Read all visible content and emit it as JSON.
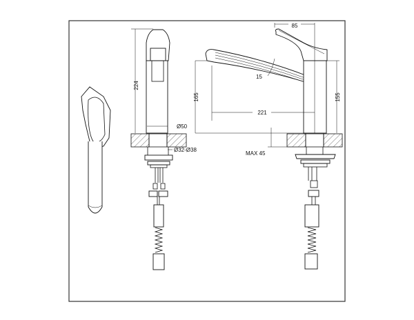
{
  "drawing": {
    "labels": {
      "height_total": "224",
      "base_diameter": "Ø50",
      "hole_diameter": "Ø32-Ø38",
      "handle_reach": "85",
      "spout_angle": "15",
      "spout_height": "165",
      "body_height": "155",
      "spout_reach": "221",
      "max_counter_thickness": "MAX 45"
    },
    "colors": {
      "line": "#111111",
      "background": "#ffffff",
      "frame": "#333333"
    }
  }
}
